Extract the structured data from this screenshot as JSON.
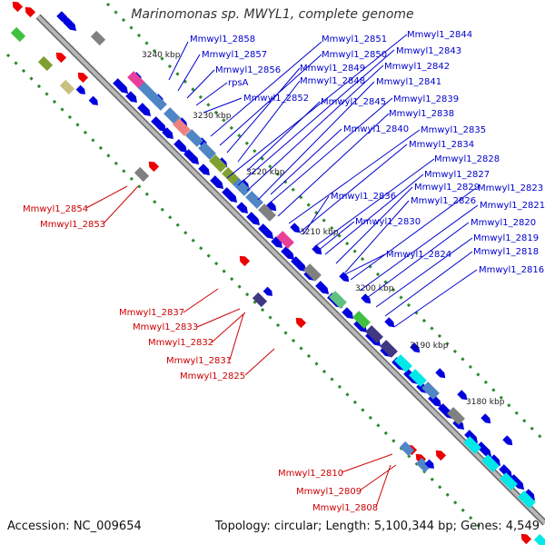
{
  "title": "Marinomonas sp. MWYL1, complete genome",
  "accession_text": "Accession: NC_009654",
  "summary_text": "Topology: circular; Length: 5,100,344 bp; Genes: 4,549",
  "ticks": [
    "3240 kbp",
    "3230 kbp",
    "3220 kbp",
    "3210 kbp",
    "3200 kbp",
    "3190 kbp",
    "3180 kbp"
  ],
  "forward_labels": [
    "Mmwyl1_2858",
    "Mmwyl1_2857",
    "Mmwyl1_2856",
    "rpsA",
    "Mmwyl1_2852",
    "Mmwyl1_2851",
    "Mmwyl1_2850",
    "Mmwyl1_2849",
    "Mmwyl1_2848",
    "Mmwyl1_2845",
    "Mmwyl1_2840",
    "Mmwyl1_2844",
    "Mmwyl1_2843",
    "Mmwyl1_2842",
    "Mmwyl1_2841",
    "Mmwyl1_2839",
    "Mmwyl1_2838",
    "Mmwyl1_2835",
    "Mmwyl1_2834",
    "Mmwyl1_2828",
    "Mmwyl1_2827",
    "Mmwyl1_2836",
    "Mmwyl1_2829",
    "Mmwyl1_2823",
    "Mmwyl1_2826",
    "Mmwyl1_2821",
    "Mmwyl1_2830",
    "Mmwyl1_2820",
    "Mmwyl1_2819",
    "Mmwyl1_2824",
    "Mmwyl1_2818",
    "Mmwyl1_2816"
  ],
  "reverse_labels": [
    "Mmwyl1_2854",
    "Mmwyl1_2853",
    "Mmwyl1_2837",
    "Mmwyl1_2833",
    "Mmwyl1_2832",
    "Mmwyl1_2831",
    "Mmwyl1_2825",
    "Mmwyl1_2810",
    "Mmwyl1_2809",
    "Mmwyl1_2808"
  ],
  "colors": {
    "forward_label": "#0000cc",
    "reverse_label": "#cc0000",
    "forward_gene": "#0000dd",
    "reverse_gene": "#ee0000",
    "backbone": "#9a9a9a",
    "tick_dots": "#2a8a2a",
    "category_colors": [
      "#e8409a",
      "#4f86c6",
      "#f08080",
      "#7fa030",
      "#00e8e8",
      "#60c080",
      "#403880",
      "#808080",
      "#40c040",
      "#c8c080"
    ]
  }
}
